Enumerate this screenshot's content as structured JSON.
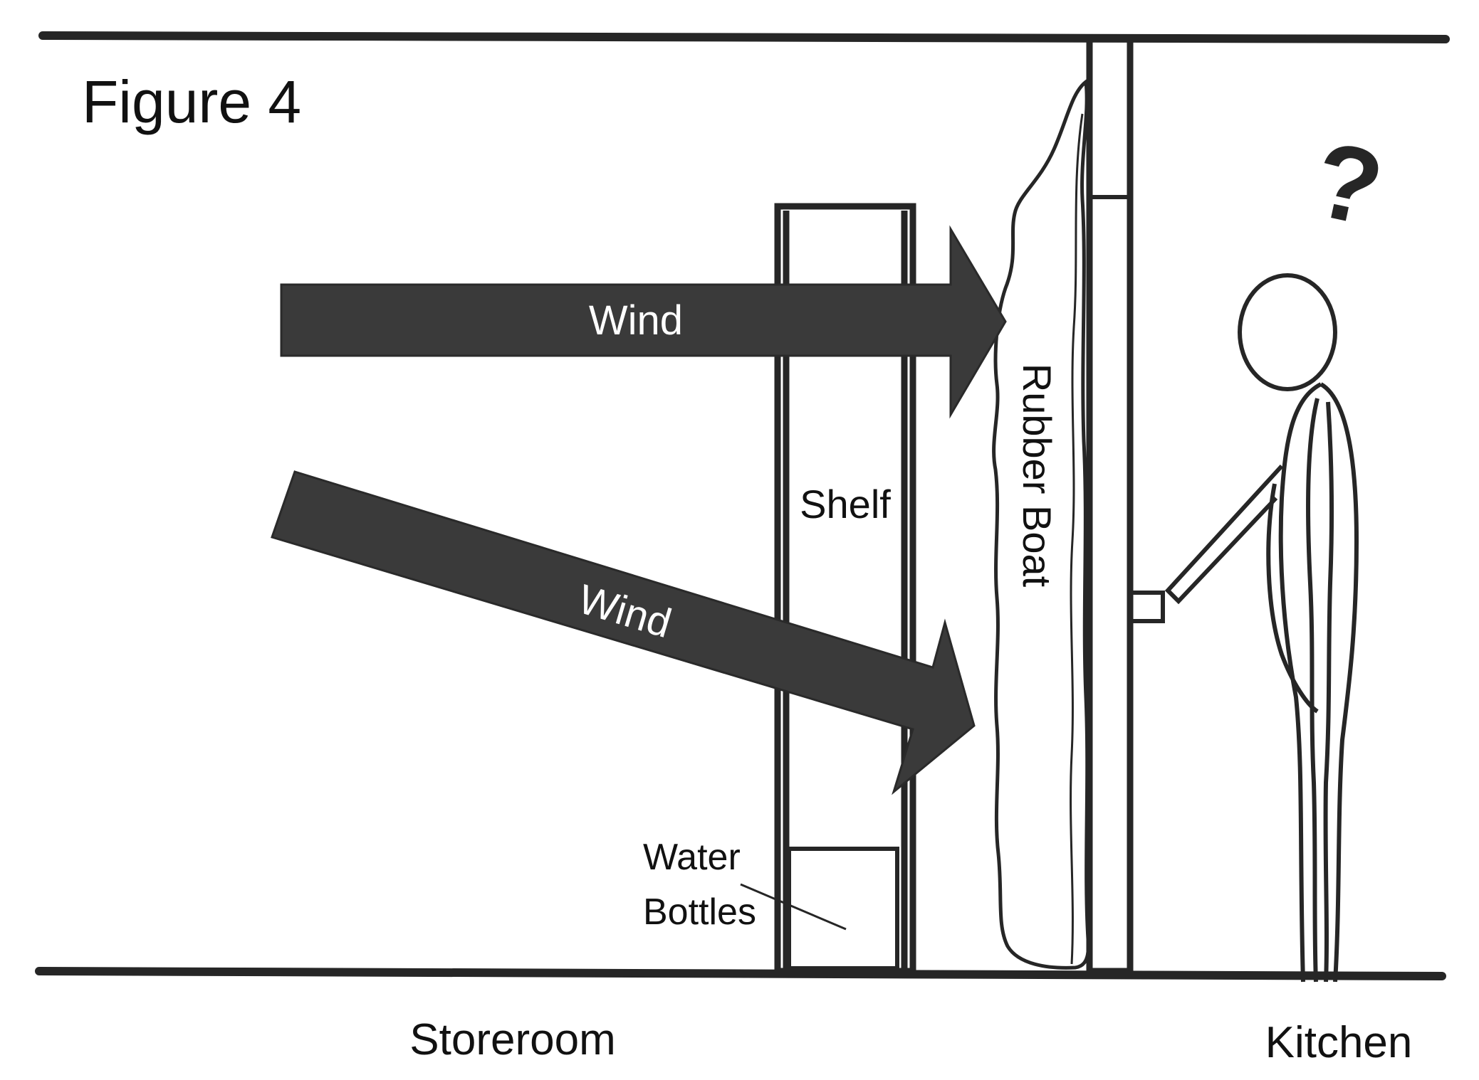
{
  "figure": {
    "title": "Figure 4"
  },
  "labels": {
    "wind_upper": "Wind",
    "wind_lower": "Wind",
    "shelf": "Shelf",
    "rubber_boat": "Rubber Boat",
    "water_line1": "Water",
    "water_line2": "Bottles",
    "question_mark": "?",
    "storeroom": "Storeroom",
    "kitchen": "Kitchen"
  },
  "icons": {
    "person": "person-icon",
    "arrow": "wind-arrow-icon"
  },
  "colors": {
    "line": "#262626",
    "arrow_fill": "#3a3a3a",
    "arrow_text": "#ffffff",
    "background": "#ffffff"
  }
}
